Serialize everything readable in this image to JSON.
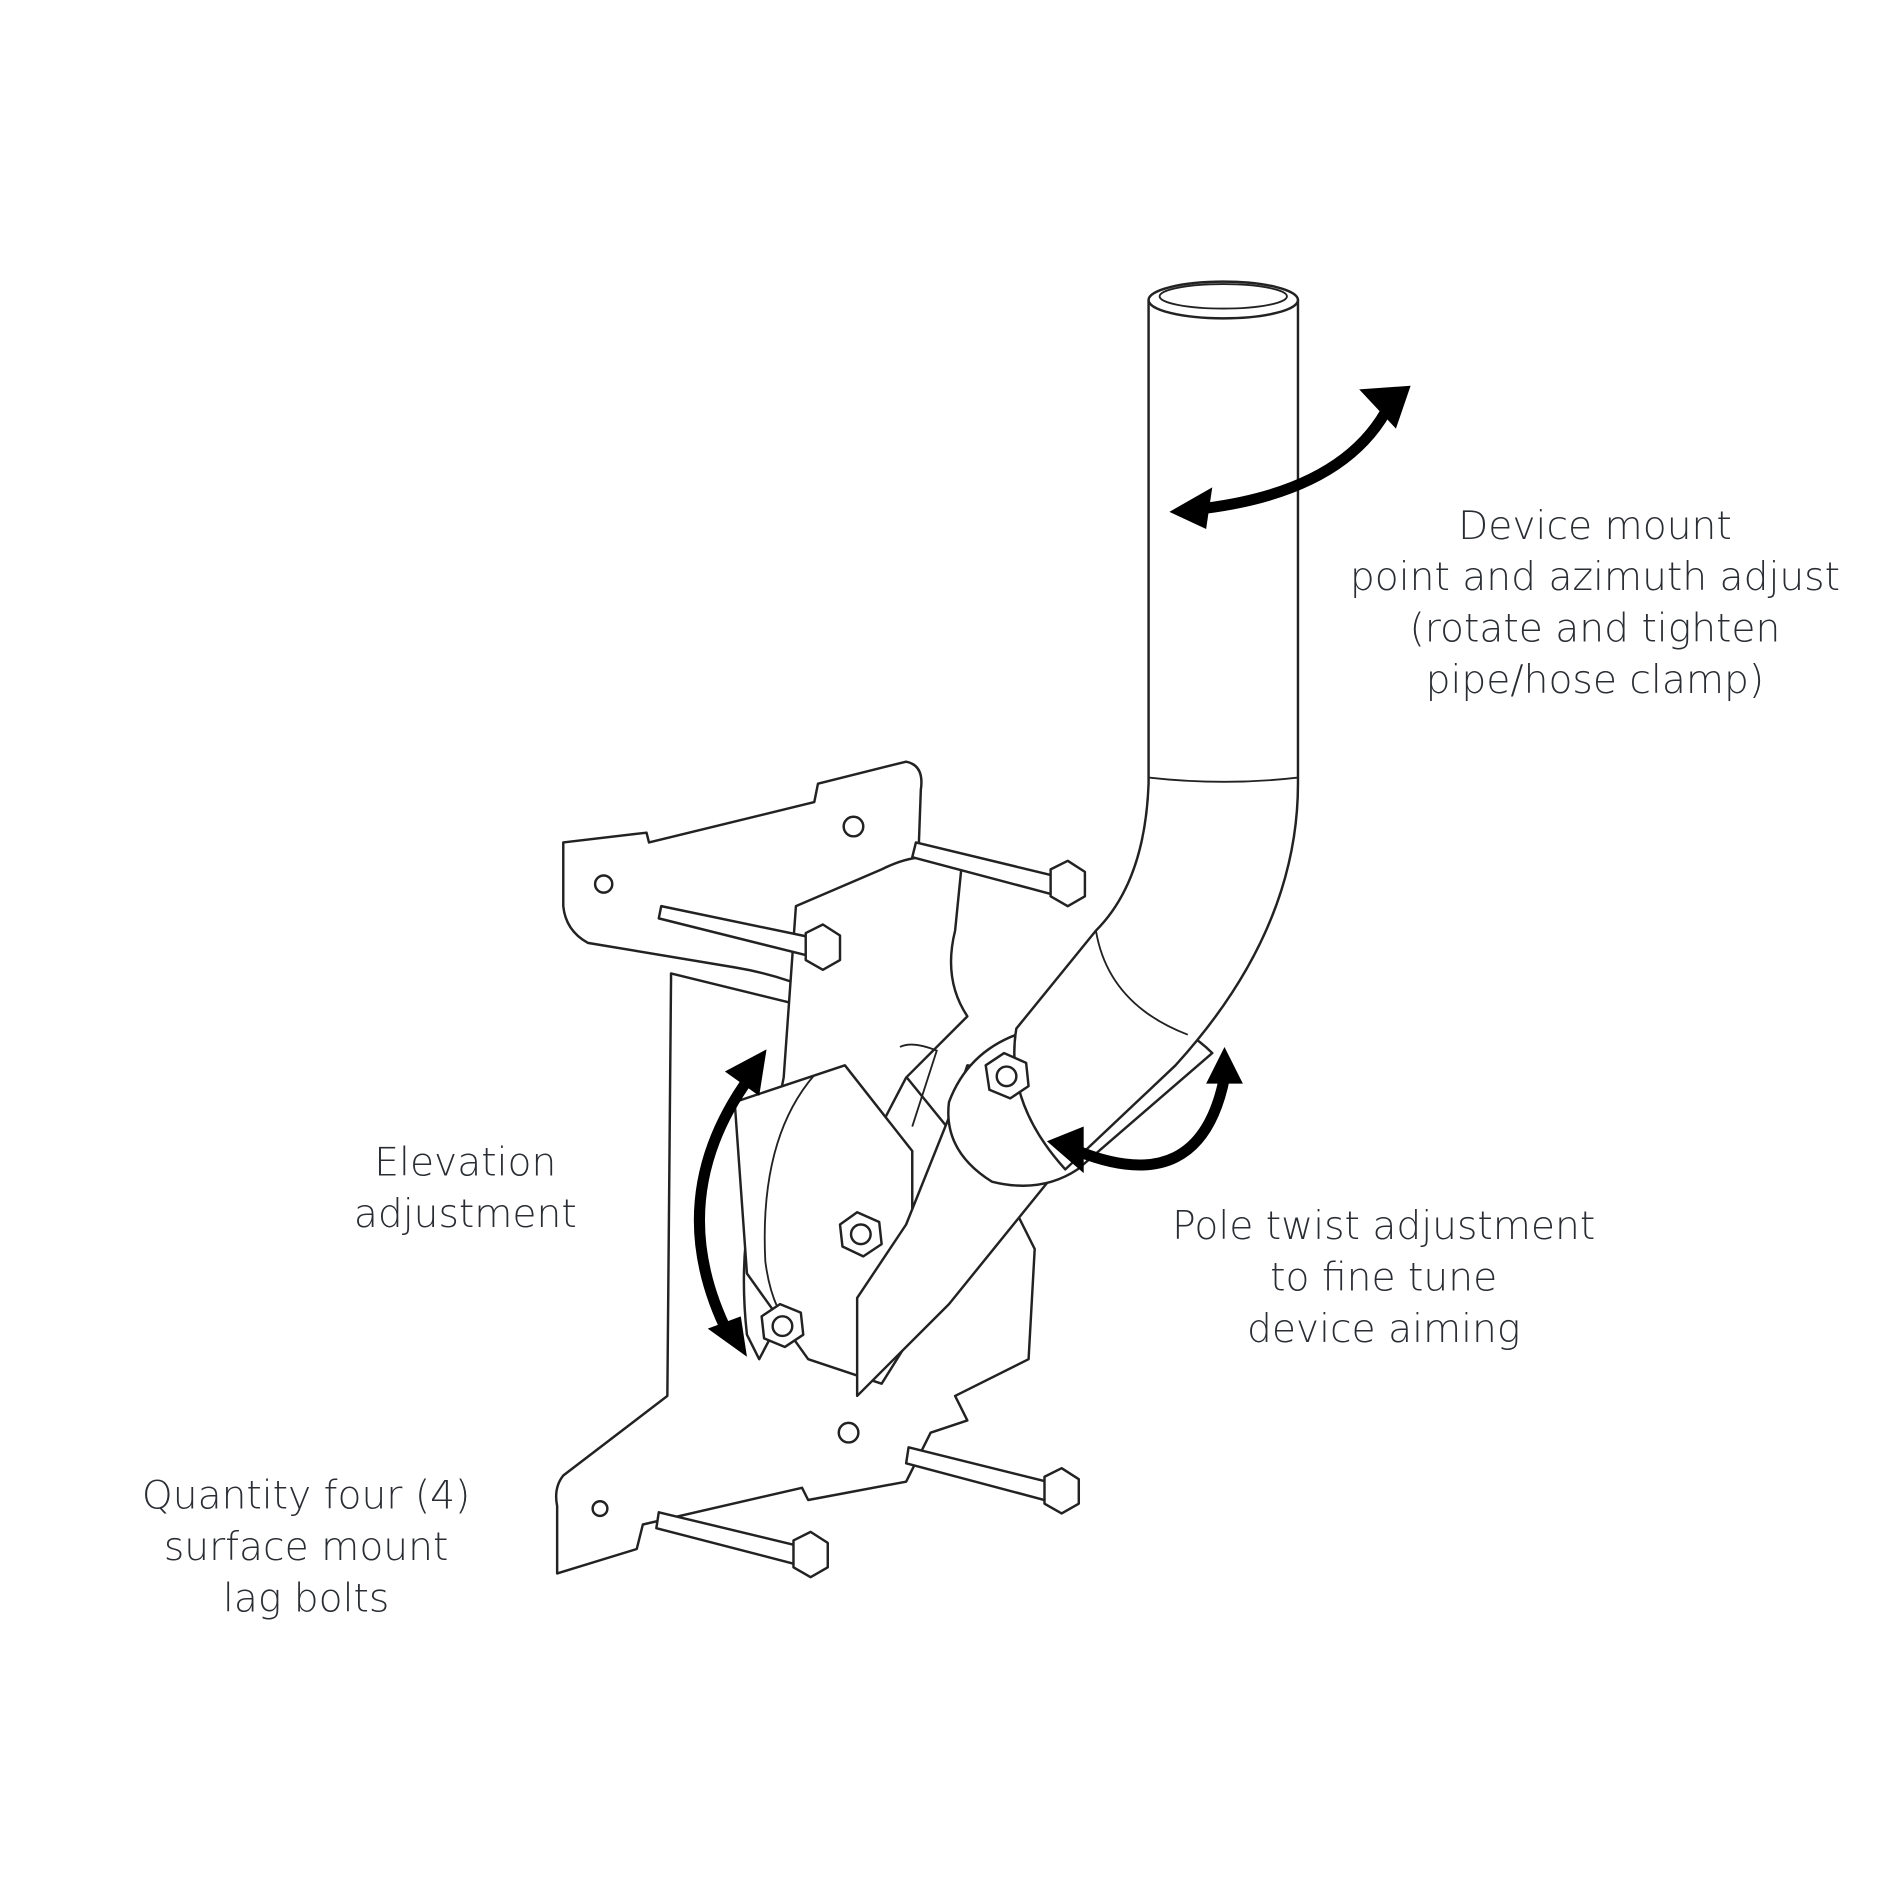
{
  "labels": {
    "device_mount": [
      "Device mount",
      "point and azimuth adjust",
      "(rotate and tighten",
      "pipe/hose clamp)"
    ],
    "elevation": [
      "Elevation",
      "adjustment"
    ],
    "pole_twist": [
      "Pole twist adjustment",
      "to fine tune",
      "device aiming"
    ],
    "lag_bolts": [
      "Quantity four (4)",
      "surface mount",
      "lag bolts"
    ]
  }
}
